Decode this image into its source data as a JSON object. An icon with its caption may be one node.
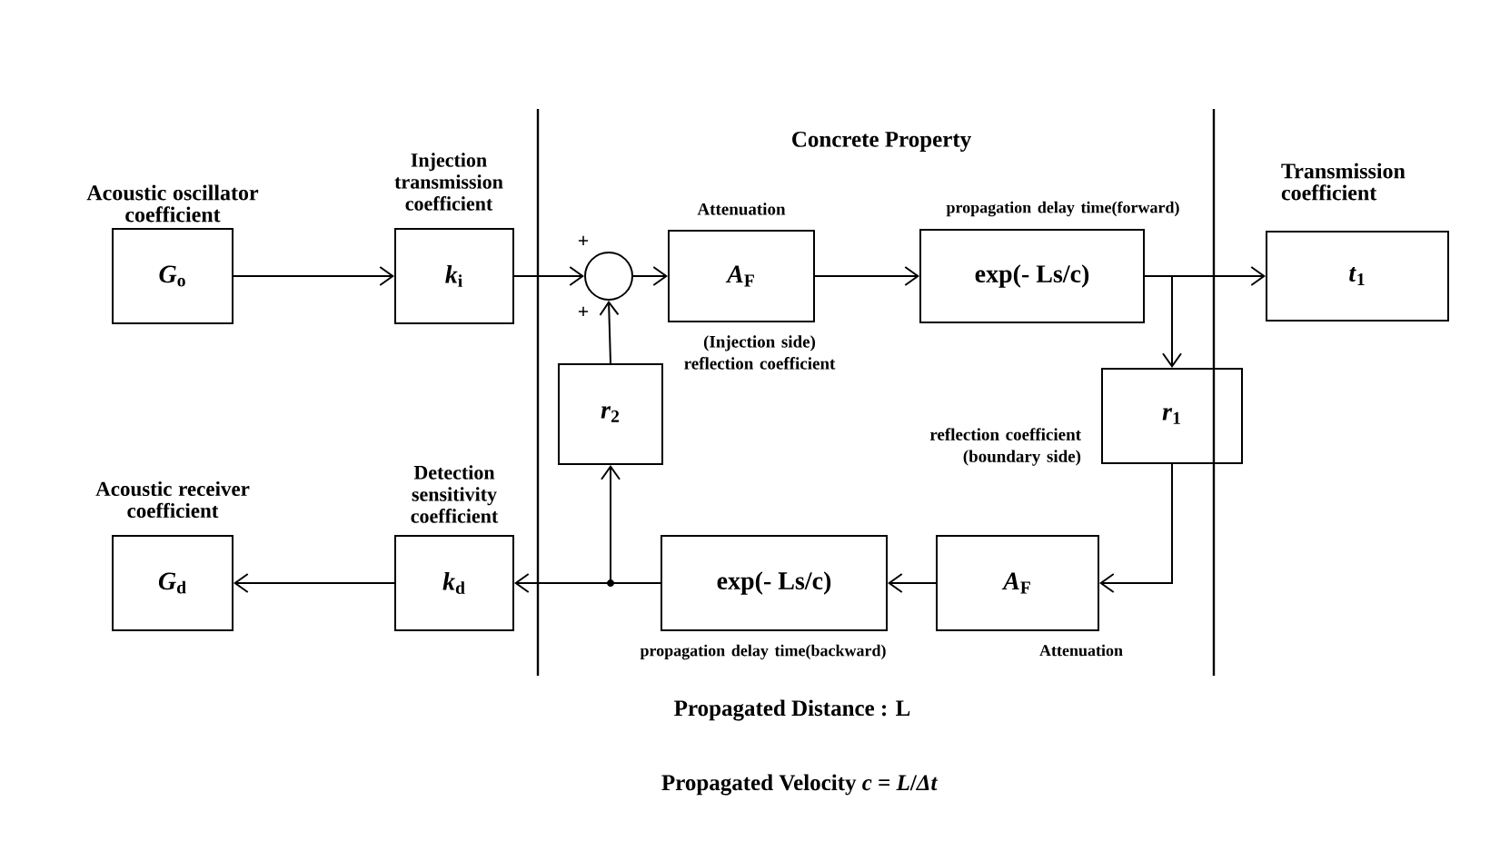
{
  "diagram": {
    "nodes": [
      {
        "text": [
          "*G*$_{o}$"
        ],
        "beside": [
          "Acoustic oscillator coefficient"
        ]
      },
      {
        "text": [
          "*k*$_{i}$"
        ],
        "beside": [
          "Injection transmission coefficient"
        ]
      },
      {
        "text": [],
        "shape": "circle"
      },
      {
        "text": [
          "*A*$_{F}$"
        ],
        "beside": [
          "Attenuation"
        ]
      },
      {
        "text": [
          "exp(- Ls/c)"
        ],
        "beside": [
          "propagation delay time(forward)"
        ]
      },
      {
        "text": [
          "*t*$_{1}$"
        ],
        "beside": [
          "Transmission coefficient"
        ]
      },
      {
        "text": [
          "*r*$_{1}$"
        ],
        "beside": [
          "reflection coefficient (boundary side)"
        ]
      },
      {
        "text": [
          "*r*$_{2}$"
        ],
        "beside": [
          "(Injection side) reflection coefficient"
        ]
      },
      {
        "text": [
          "*A*$_{F}$"
        ],
        "beside": [
          "Attenuation"
        ]
      },
      {
        "text": [
          "exp(- Ls/c)"
        ],
        "beside": [
          "propagation delay time(backward)"
        ]
      },
      {
        "text": [
          "*k*$_{d}$"
        ],
        "beside": [
          "Detection sensitivity coefficient"
        ]
      },
      {
        "text": [
          "*G*$_{d}$"
        ],
        "beside": [
          "Acoustic receiver coefficient"
        ]
      }
    ],
    "edges": [
      {
        "from": 0,
        "to": 1,
        "arrow": "to"
      },
      {
        "from": 1,
        "to": 2,
        "arrow": "to"
      },
      {
        "from": 2,
        "to": 3,
        "arrow": "to"
      },
      {
        "from": 3,
        "to": 4,
        "arrow": "to"
      },
      {
        "from": 4,
        "to": 5,
        "arrow": "to"
      },
      {
        "from": 4,
        "to": 6,
        "arrow": "to"
      },
      {
        "from": 6,
        "to": 8,
        "arrow": "to"
      },
      {
        "from": 8,
        "to": 9,
        "arrow": "to"
      },
      {
        "from": 9,
        "to": 10,
        "arrow": "to"
      },
      {
        "from": 9,
        "to": 7,
        "arrow": "to"
      },
      {
        "from": 7,
        "to": 2,
        "arrow": "to"
      },
      {
        "from": 10,
        "to": 11,
        "arrow": "to"
      }
    ],
    "labels": [
      "Concrete Property",
      "+",
      "+",
      "Propagated Distance : L",
      "Propagated Velocity  *c* = *L*/*Δt*"
    ]
  }
}
